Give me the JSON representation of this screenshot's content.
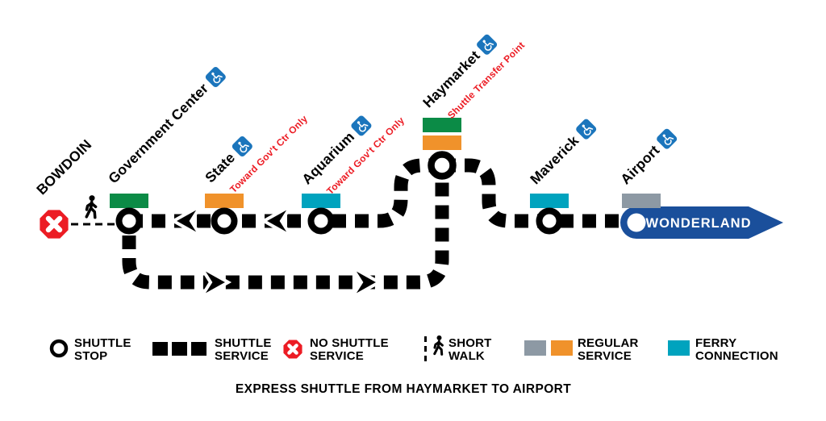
{
  "colors": {
    "red": "#EC1C24",
    "green": "#0B8B46",
    "orange": "#F0922B",
    "teal": "#00A3BE",
    "gray": "#8D99A4",
    "blue_capsule": "#1A4F9B",
    "blue_badge": "#1B75BC",
    "line": "#000000"
  },
  "stations": [
    {
      "name": "BOWDOIN",
      "accessible": false,
      "service": "none"
    },
    {
      "name": "Government Center",
      "accessible": true,
      "bar": "green"
    },
    {
      "name": "State",
      "accessible": true,
      "bar": "orange",
      "note": "Toward Gov't Ctr Only"
    },
    {
      "name": "Aquarium",
      "accessible": true,
      "bar": "teal",
      "note": "Toward Gov't Ctr Only"
    },
    {
      "name": "Haymarket",
      "accessible": true,
      "bars": [
        "green",
        "orange"
      ],
      "note": "Shuttle Transfer Point"
    },
    {
      "name": "Maverick",
      "accessible": true,
      "bar": "teal"
    },
    {
      "name": "Airport",
      "accessible": true,
      "bar": "gray"
    }
  ],
  "terminus": {
    "name": "WONDERLAND"
  },
  "legend": {
    "items": [
      {
        "id": "shuttle-stop",
        "line1": "SHUTTLE",
        "line2": "STOP"
      },
      {
        "id": "shuttle-service",
        "line1": "SHUTTLE",
        "line2": "SERVICE"
      },
      {
        "id": "no-shuttle-service",
        "line1": "NO SHUTTLE",
        "line2": "SERVICE"
      },
      {
        "id": "short-walk",
        "line1": "SHORT",
        "line2": "WALK"
      },
      {
        "id": "regular-service",
        "line1": "REGULAR",
        "line2": "SERVICE"
      },
      {
        "id": "ferry-connection",
        "line1": "FERRY",
        "line2": "CONNECTION"
      }
    ]
  },
  "caption": "EXPRESS SHUTTLE FROM HAYMARKET TO AIRPORT"
}
